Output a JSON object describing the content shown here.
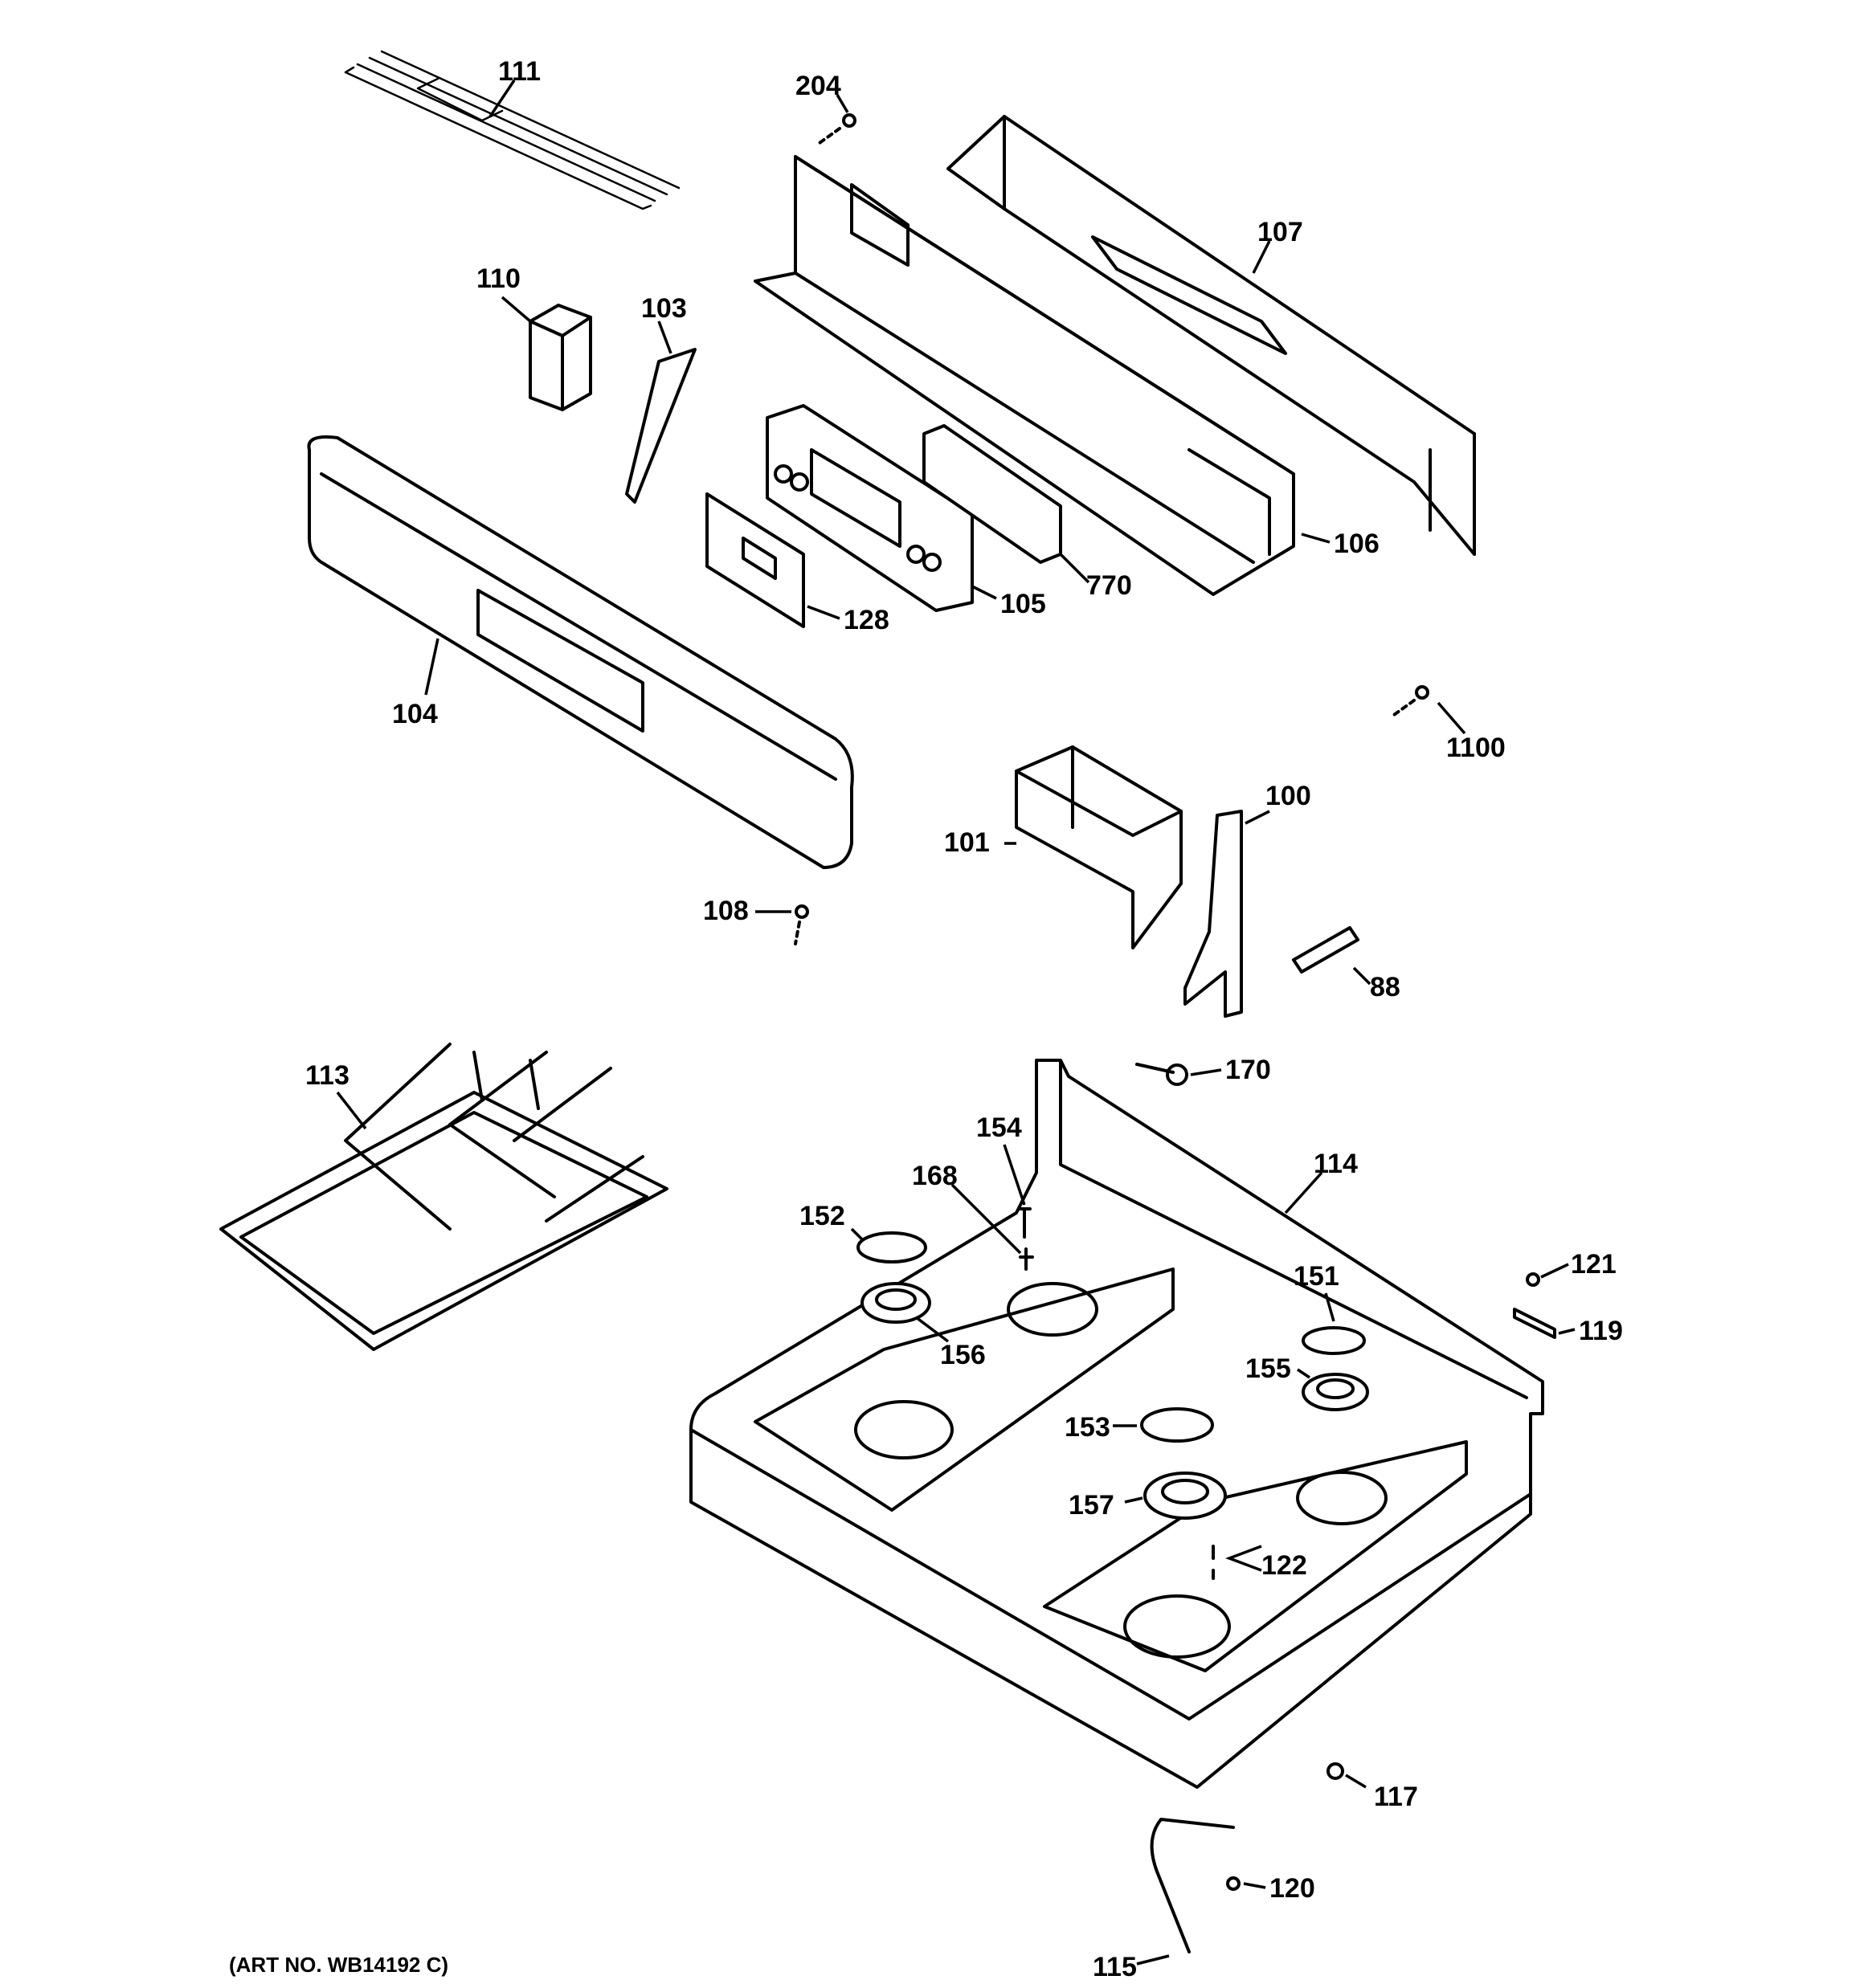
{
  "labels": {
    "l111": "111",
    "l204": "204",
    "l107": "107",
    "l110": "110",
    "l103": "103",
    "l106": "106",
    "l770": "770",
    "l105": "105",
    "l128": "128",
    "l104": "104",
    "l1100": "1100",
    "l100": "100",
    "l101": "101",
    "l108": "108",
    "l88": "88",
    "l113": "113",
    "l170": "170",
    "l154": "154",
    "l168": "168",
    "l114": "114",
    "l152": "152",
    "l121": "121",
    "l151": "151",
    "l119": "119",
    "l156": "156",
    "l155": "155",
    "l153": "153",
    "l157": "157",
    "l122": "122",
    "l117": "117",
    "l120": "120",
    "l115": "115"
  },
  "art_number": "(ART NO. WB14192 C)"
}
